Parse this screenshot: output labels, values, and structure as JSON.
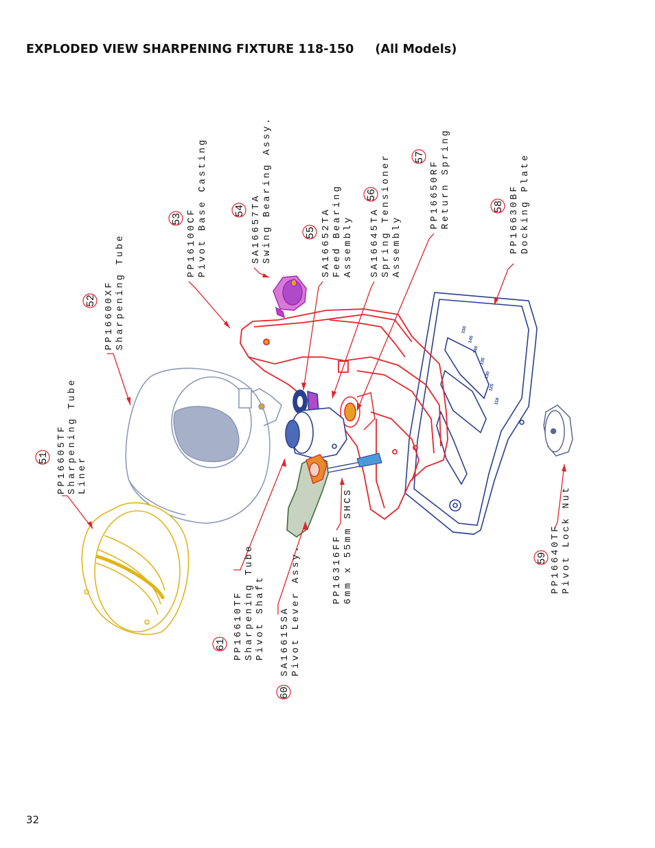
{
  "title": "EXPLODED VIEW SHARPENING FIXTURE 118-150     (All Models)",
  "page_number": "32",
  "colors": {
    "callout": "#e0242b",
    "pivot_base": "#e8242b",
    "docking_plate": "#2b3f8f",
    "sharpening_tube": "#8e99b8",
    "liner": "#e0b51a",
    "lever": "#3f6b3a",
    "bearing": "#a22bb8",
    "shcs": "#4a9ad8"
  },
  "callouts": [
    {
      "number": "51",
      "part": "PP16605TF",
      "desc1": "Sharpening Tube",
      "desc2": "Liner"
    },
    {
      "number": "52",
      "part": "PP16600XF",
      "desc1": "Sharpening Tube",
      "desc2": ""
    },
    {
      "number": "53",
      "part": "PP16100CF",
      "desc1": "Pivot Base Casting",
      "desc2": ""
    },
    {
      "number": "54",
      "part": "SA16657TA",
      "desc1": "Swing Bearing Assy.",
      "desc2": ""
    },
    {
      "number": "55",
      "part": "SA16652TA",
      "desc1": "Feed Bearing",
      "desc2": "Assembly"
    },
    {
      "number": "56",
      "part": "SA16645TA",
      "desc1": "Spring Tensioner",
      "desc2": "Assembly"
    },
    {
      "number": "57",
      "part": "PP16650RF",
      "desc1": "Return Spring",
      "desc2": ""
    },
    {
      "number": "58",
      "part": "PP16630BF",
      "desc1": "Docking Plate",
      "desc2": ""
    },
    {
      "number": "59",
      "part": "PP16640TF",
      "desc1": "Pivot Lock Nut",
      "desc2": ""
    },
    {
      "number": "60",
      "part": "SA16615SA",
      "desc1": "Pivot Lever Assy.",
      "desc2": ""
    },
    {
      "number": "61",
      "part": "PP16610TF",
      "desc1": "Sharpening Tube",
      "desc2": "Pivot Shaft"
    }
  ],
  "unnumbered": {
    "part": "PP16316FF",
    "desc": "6mm x 55mm SHCS"
  },
  "scale_marks": [
    "118",
    "125",
    "130",
    "135",
    "140",
    "145",
    "150"
  ]
}
